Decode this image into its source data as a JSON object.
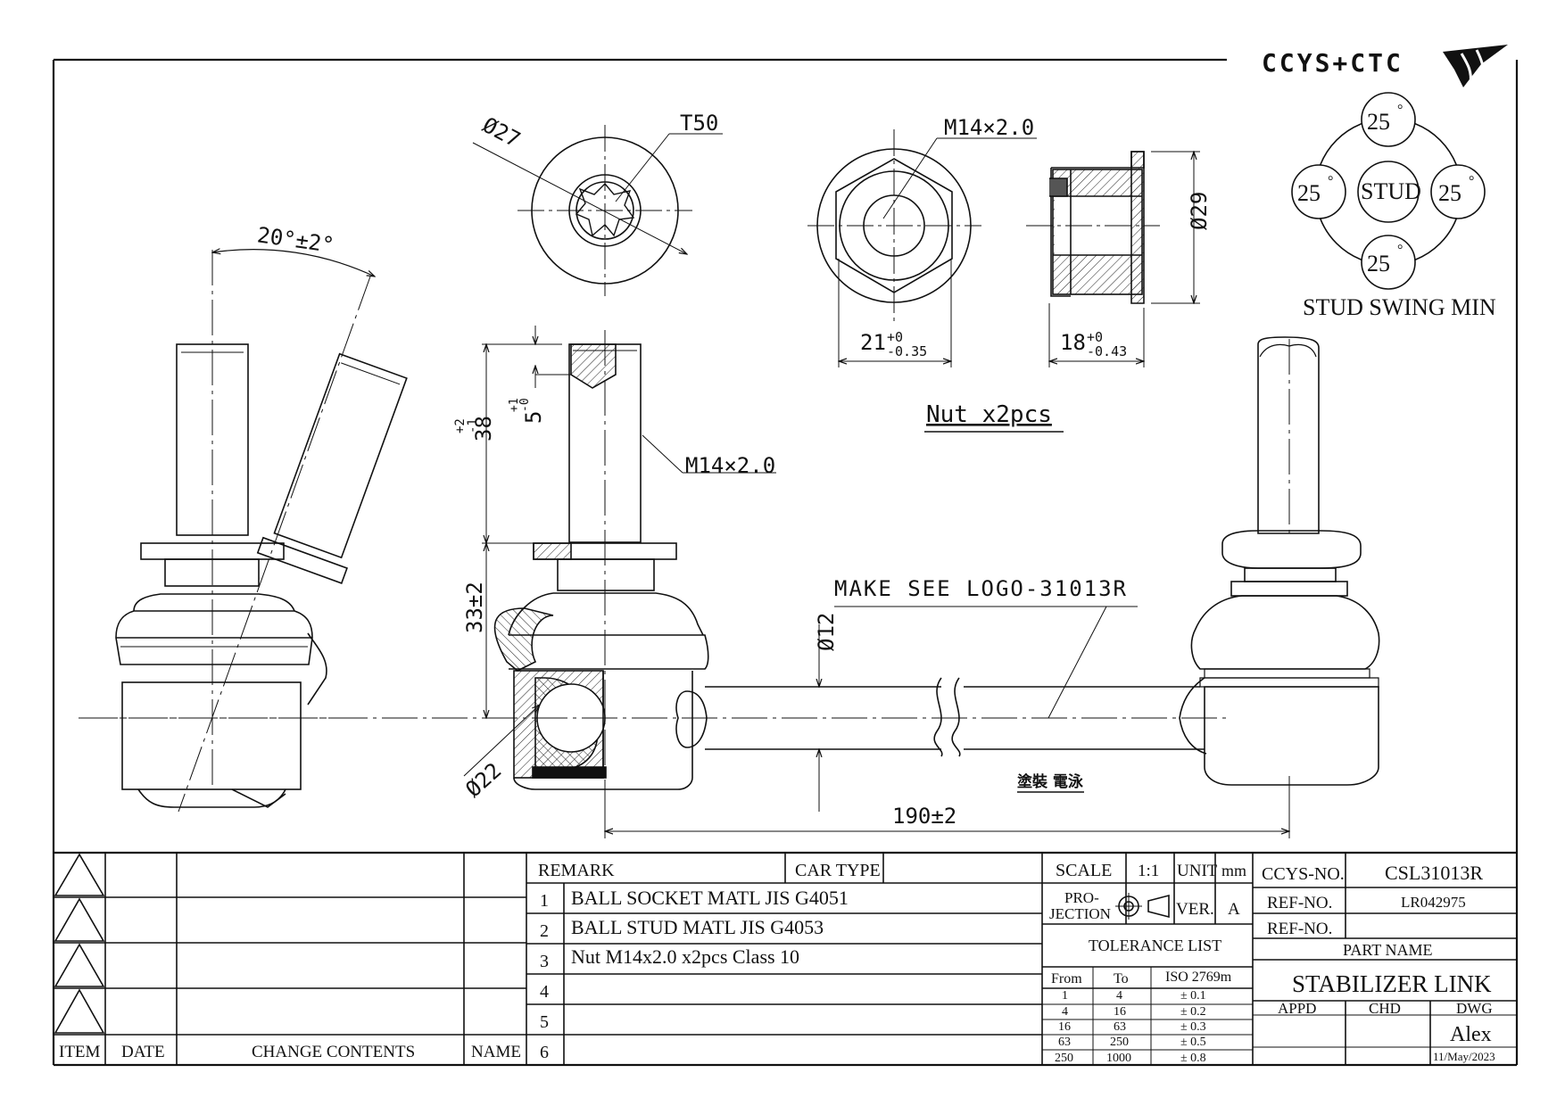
{
  "logo": {
    "text": "CCYS+CTC",
    "icon": "brand-logo-icon"
  },
  "views": {
    "stud_angle": "20°±2°",
    "top_dia": "Ø27",
    "torx": "T50",
    "nut_thread": "M14×2.0",
    "nut_width": "21",
    "nut_width_tol_upper": "+0",
    "nut_width_tol_lower": "-0.35",
    "nut_height": "18",
    "nut_height_tol_upper": "+0",
    "nut_height_tol_lower": "-0.43",
    "nut_flange_dia": "Ø29",
    "nut_note": "Nut x2pcs",
    "stud_length": "38",
    "stud_length_tol_upper": "+2",
    "stud_length_tol_lower": "-1",
    "hex_depth": "5",
    "hex_depth_tol_upper": "+1",
    "hex_depth_tol_lower": "-0",
    "stud_thread": "M14×2.0",
    "body_height": "33±2",
    "ball_dia": "Ø22",
    "rod_dia": "Ø12",
    "logo_note": "MAKE SEE LOGO-31013R",
    "coating_note": "塗裝 電泳",
    "overall_length": "190±2"
  },
  "swing": {
    "center_label": "STUD",
    "top": "25",
    "left": "25",
    "right": "25",
    "bottom": "25",
    "degree_mark": "°",
    "caption": "STUD SWING MIN"
  },
  "revision_table": {
    "headers": {
      "item": "ITEM",
      "date": "DATE",
      "change": "CHANGE CONTENTS",
      "name": "NAME"
    }
  },
  "remarks": {
    "header_remark": "REMARK",
    "header_car_type": "CAR TYPE",
    "rows": [
      {
        "no": "1",
        "text": "BALL SOCKET MATL JIS G4051"
      },
      {
        "no": "2",
        "text": "BALL STUD MATL JIS G4053"
      },
      {
        "no": "3",
        "text": "Nut M14x2.0 x2pcs Class 10"
      },
      {
        "no": "4",
        "text": ""
      },
      {
        "no": "5",
        "text": ""
      },
      {
        "no": "6",
        "text": ""
      }
    ]
  },
  "spec": {
    "scale_label": "SCALE",
    "scale_value": "1:1",
    "unit_label": "UNIT",
    "unit_value": "mm",
    "projection_label_1": "PRO-",
    "projection_label_2": "JECTION",
    "ver_label": "VER.",
    "ver_value": "A",
    "tolerance_title": "TOLERANCE LIST",
    "tol_headers": [
      "From",
      "To",
      "ISO 2769m"
    ],
    "tol_rows": [
      [
        "1",
        "4",
        "± 0.1"
      ],
      [
        "4",
        "16",
        "± 0.2"
      ],
      [
        "16",
        "63",
        "± 0.3"
      ],
      [
        "63",
        "250",
        "± 0.5"
      ],
      [
        "250",
        "1000",
        "± 0.8"
      ]
    ]
  },
  "title_block": {
    "ccys_no_label": "CCYS-NO.",
    "ccys_no_value": "CSL31013R",
    "ref_no_label": "REF-NO.",
    "ref_no_value": "LR042975",
    "ref_no_label_2": "REF-NO.",
    "ref_no_value_2": "",
    "part_name_label": "PART NAME",
    "part_name_value": "STABILIZER LINK",
    "appd_label": "APPD",
    "chd_label": "CHD",
    "dwg_label": "DWG",
    "dwg_name": "Alex",
    "dwg_date": "11/May/2023"
  }
}
